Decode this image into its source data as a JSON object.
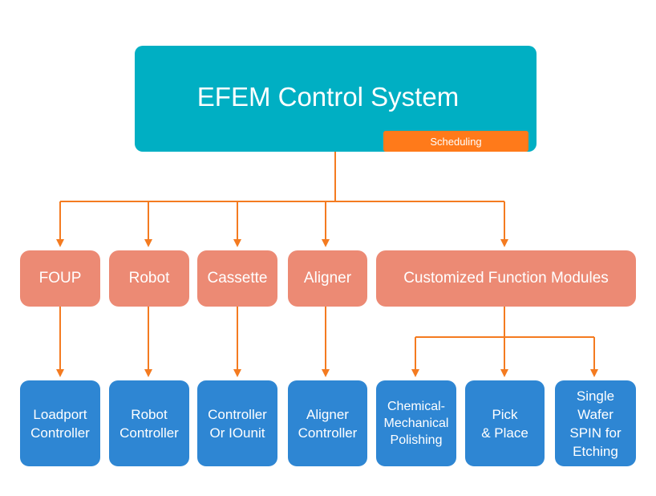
{
  "top": {
    "title": "EFEM Control System",
    "badge": "Scheduling"
  },
  "modules": [
    {
      "label": "FOUP"
    },
    {
      "label": "Robot"
    },
    {
      "label": "Cassette"
    },
    {
      "label": "Aligner"
    },
    {
      "label": "Customized Function Modules"
    }
  ],
  "controllers": [
    {
      "label": "Loadport\nController"
    },
    {
      "label": "Robot\nController"
    },
    {
      "label": "Controller\nOr IOunit"
    },
    {
      "label": "Aligner\nController"
    },
    {
      "label": "Chemical-\nMechanical\nPolishing"
    },
    {
      "label": "Pick\n& Place"
    },
    {
      "label": "Single\nWafer\nSPIN for\nEtching"
    }
  ],
  "colors": {
    "top_box": "#00AFC3",
    "badge": "#FF7A1A",
    "module_box": "#EC8A74",
    "controller_box": "#2E86D3",
    "connector": "#F47B20"
  }
}
